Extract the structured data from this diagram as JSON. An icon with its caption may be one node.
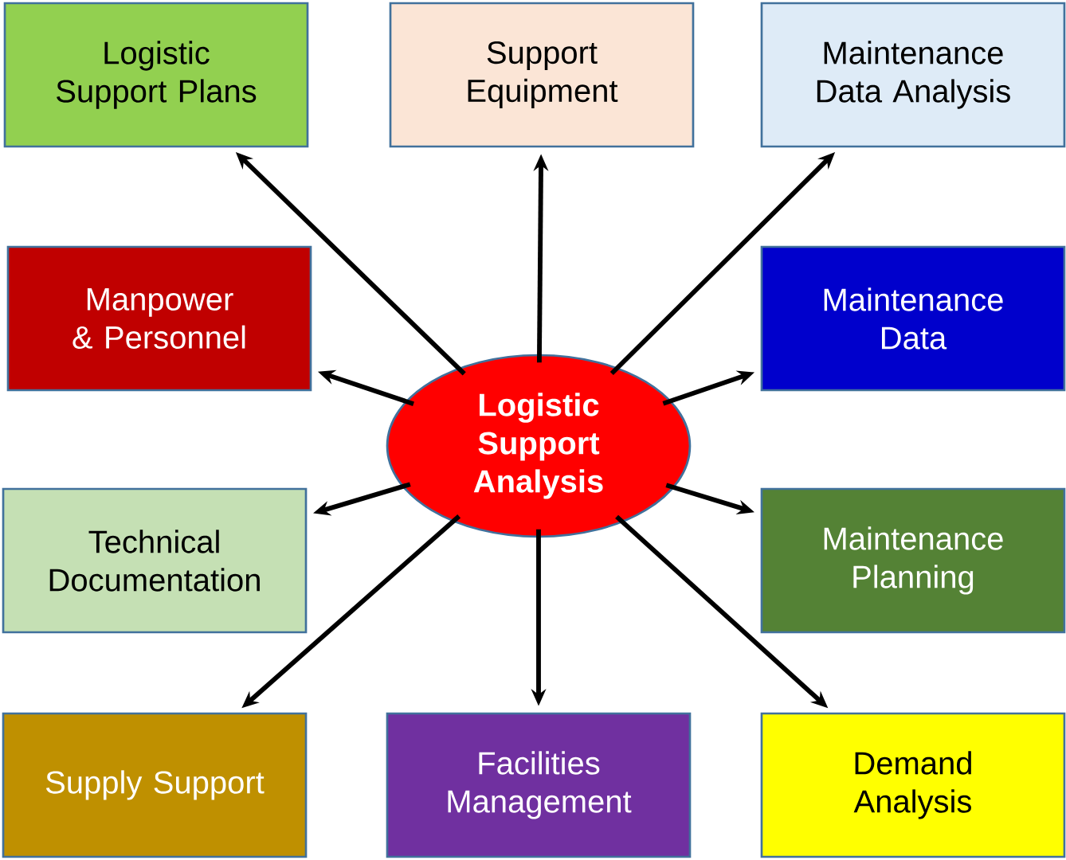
{
  "diagram": {
    "nodes": [
      {
        "text": [
          "Logistic Support Analysis"
        ]
      },
      {
        "text": [
          "Logistic Support Plans"
        ]
      },
      {
        "text": [
          "Support Equipment"
        ]
      },
      {
        "text": [
          "Maintenance Data Analysis"
        ]
      },
      {
        "text": [
          "Manpower & Personnel"
        ]
      },
      {
        "text": [
          "Maintenance Data"
        ]
      },
      {
        "text": [
          "Technical Documentation"
        ]
      },
      {
        "text": [
          "Maintenance Planning"
        ]
      },
      {
        "text": [
          "Supply Support"
        ]
      },
      {
        "text": [
          "Facilities Management"
        ]
      },
      {
        "text": [
          "Demand Analysis"
        ]
      }
    ],
    "edges": [
      {
        "from": 0,
        "to": 1,
        "arrow": "to"
      },
      {
        "from": 0,
        "to": 2,
        "arrow": "to"
      },
      {
        "from": 0,
        "to": 3,
        "arrow": "to"
      },
      {
        "from": 0,
        "to": 4,
        "arrow": "to"
      },
      {
        "from": 0,
        "to": 5,
        "arrow": "to"
      },
      {
        "from": 0,
        "to": 6,
        "arrow": "to"
      },
      {
        "from": 0,
        "to": 7,
        "arrow": "to"
      },
      {
        "from": 0,
        "to": 8,
        "arrow": "to"
      },
      {
        "from": 0,
        "to": 9,
        "arrow": "to"
      },
      {
        "from": 0,
        "to": 10,
        "arrow": "to"
      }
    ]
  }
}
